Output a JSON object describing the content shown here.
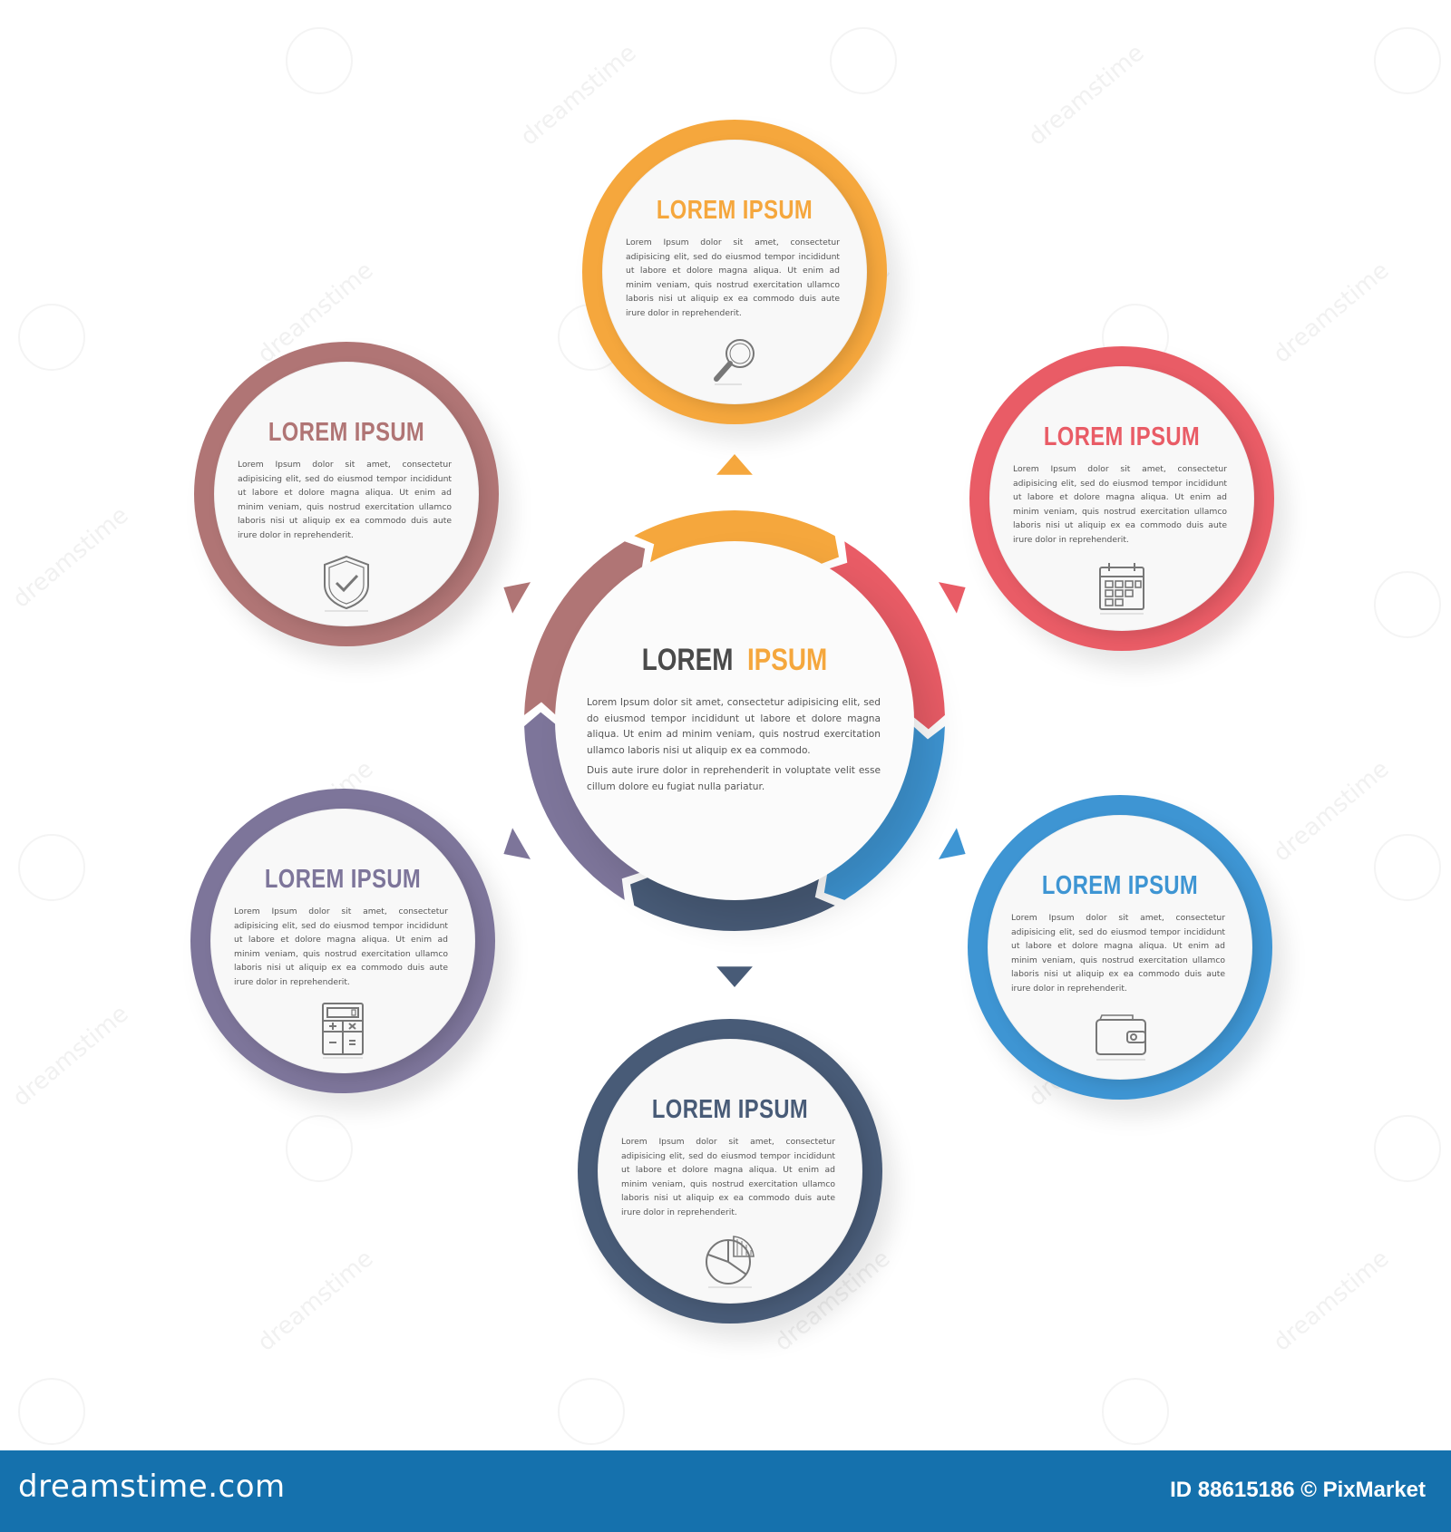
{
  "colors": {
    "orange": "#f5a73d",
    "red": "#e95c66",
    "blue": "#3e95d3",
    "navy": "#485b77",
    "purple": "#7d759a",
    "mauve": "#b07575",
    "center_title_dark": "#4a4a4a",
    "footer": "#1571ad"
  },
  "center": {
    "title_word1": "LOREM",
    "title_word2": "IPSUM",
    "paragraph1": "Lorem Ipsum dolor sit amet, consectetur adipisicing elit, sed do eiusmod tempor incididunt ut labore et dolore magna aliqua. Ut enim ad minim veniam, quis nostrud exercitation ullamco laboris nisi ut aliquip ex ea commodo.",
    "paragraph2": "Duis aute irure dolor in reprehenderit in voluptate velit esse cillum dolore eu fugiat nulla pariatur."
  },
  "nodes": [
    {
      "id": "top",
      "title": "LOREM IPSUM",
      "text": "Lorem Ipsum dolor sit amet, consectetur adipisicing elit, sed do eiusmod tempor incididunt ut labore et dolore magna aliqua. Ut enim ad minim veniam, quis nostrud exercitation ullamco laboris nisi ut aliquip ex ea commodo duis aute irure dolor in reprehenderit.",
      "icon": "magnifier-icon",
      "color": "#f5a73d"
    },
    {
      "id": "right-top",
      "title": "LOREM IPSUM",
      "text": "Lorem Ipsum dolor sit amet, consectetur adipisicing elit, sed do eiusmod tempor incididunt ut labore et dolore magna aliqua. Ut enim ad minim veniam, quis nostrud exercitation ullamco laboris nisi ut aliquip ex ea commodo duis aute irure dolor in reprehenderit.",
      "icon": "calendar-icon",
      "color": "#e95c66"
    },
    {
      "id": "right-bottom",
      "title": "LOREM IPSUM",
      "text": "Lorem Ipsum dolor sit amet, consectetur adipisicing elit, sed do eiusmod tempor incididunt ut labore et dolore magna aliqua. Ut enim ad minim veniam, quis nostrud exercitation ullamco laboris nisi ut aliquip ex ea commodo duis aute irure dolor in reprehenderit.",
      "icon": "wallet-icon",
      "color": "#3e95d3"
    },
    {
      "id": "bottom",
      "title": "LOREM IPSUM",
      "text": "Lorem Ipsum dolor sit amet, consectetur adipisicing elit, sed do eiusmod tempor incididunt ut labore et dolore magna aliqua. Ut enim ad minim veniam, quis nostrud exercitation ullamco laboris nisi ut aliquip ex ea commodo duis aute irure dolor in reprehenderit.",
      "icon": "pie-chart-icon",
      "color": "#485b77"
    },
    {
      "id": "left-bottom",
      "title": "LOREM IPSUM",
      "text": "Lorem Ipsum dolor sit amet, consectetur adipisicing elit, sed do eiusmod tempor incididunt ut labore et dolore magna aliqua. Ut enim ad minim veniam, quis nostrud exercitation ullamco laboris nisi ut aliquip ex ea commodo duis aute irure dolor in reprehenderit.",
      "icon": "calculator-icon",
      "color": "#7d759a"
    },
    {
      "id": "left-top",
      "title": "LOREM IPSUM",
      "text": "Lorem Ipsum dolor sit amet, consectetur adipisicing elit, sed do eiusmod tempor incididunt ut labore et dolore magna aliqua. Ut enim ad minim veniam, quis nostrud exercitation ullamco laboris nisi ut aliquip ex ea commodo duis aute irure dolor in reprehenderit.",
      "icon": "shield-check-icon",
      "color": "#b07575"
    }
  ],
  "watermark": "dreamstime",
  "footer": {
    "logo": "dreamstime.com",
    "id_text": "ID 88615186 © PixMarket"
  }
}
